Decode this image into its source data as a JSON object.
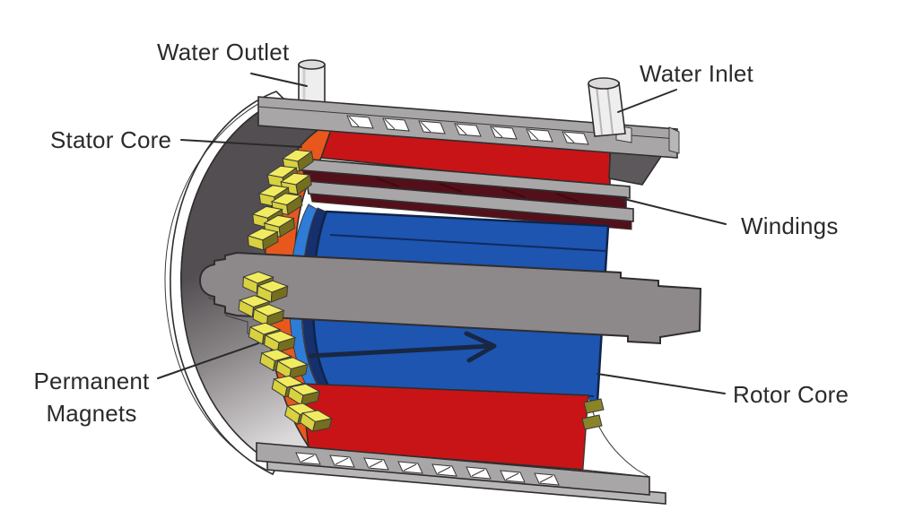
{
  "diagram": {
    "type": "3d-cutaway-technical-diagram",
    "subject": "Water-cooled permanent magnet electric motor cross-section",
    "labels": {
      "water_outlet": "Water Outlet",
      "water_inlet": "Water Inlet",
      "stator_core": "Stator Core",
      "windings": "Windings",
      "permanent_magnets_line1": "Permanent",
      "permanent_magnets_line2": "Magnets",
      "rotor_core": "Rotor Core"
    },
    "colors": {
      "background": "#ffffff",
      "label_text": "#2b2b2b",
      "leader_line": "#2b2b2b",
      "housing_gray": "#a9a6a8",
      "housing_gray_light": "#b9b6b8",
      "housing_dark": "#5d585c",
      "end_bell_dark": "#534e51",
      "end_bell_mid": "#8f8b8d",
      "end_bell_light": "#dcd9da",
      "rim_white": "#ffffff",
      "stator_red": "#c81416",
      "stator_orange": "#e8581d",
      "rotor_blue": "#1d55b0",
      "rotor_blue_dark": "#16306e",
      "rotor_blue_light": "#2e7cd8",
      "shaft_gray": "#8d8889",
      "winding_maroon": "#54101a",
      "magnet_top": "#f1eb60",
      "magnet_side": "#d8d140",
      "magnet_dark": "#756e1e",
      "magnet_olive": "#8a8428",
      "pipe_white": "#efeeee",
      "pipe_shade": "#dcdadb",
      "arrow_navy": "#182743",
      "hole_white": "#ffffff"
    }
  }
}
